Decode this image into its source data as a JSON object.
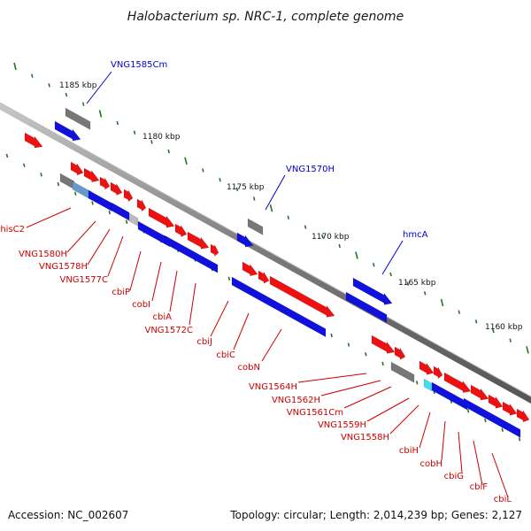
{
  "title": "Halobacterium sp. NRC-1, complete genome",
  "accession": "Accession: NC_002607",
  "topology": "Topology: circular; Length: 2,014,239 bp; Genes: 2,127",
  "colors": {
    "forward_gene": "#ee1111",
    "reverse_gene": "#1111dd",
    "pseudogene": "#777777",
    "light_gray": "#bbbbbb",
    "rna": "#44ddee",
    "overlap": "#6699cc",
    "label_red": "#cc0000",
    "label_blue": "#0000cc",
    "tick": "#227722",
    "backbone": "#888888"
  },
  "scale_labels": [
    "1185 kbp",
    "1180 kbp",
    "1175 kbp",
    "1170 kbp",
    "1165 kbp",
    "1160 kbp"
  ],
  "labels_above": [
    "VNG1585Cm",
    "VNG1570H",
    "hmcA"
  ],
  "labels_below": [
    "hisC2",
    "VNG1580H",
    "VNG1578H",
    "VNG1577C",
    "cbiP",
    "cobI",
    "cbiA",
    "VNG1572C",
    "cbiJ",
    "cbiC",
    "cobN",
    "VNG1564H",
    "VNG1562H",
    "VNG1561Cm",
    "VNG1559H",
    "VNG1558H",
    "cbiH",
    "cobH",
    "cbiG",
    "cbiF",
    "cbiL"
  ]
}
